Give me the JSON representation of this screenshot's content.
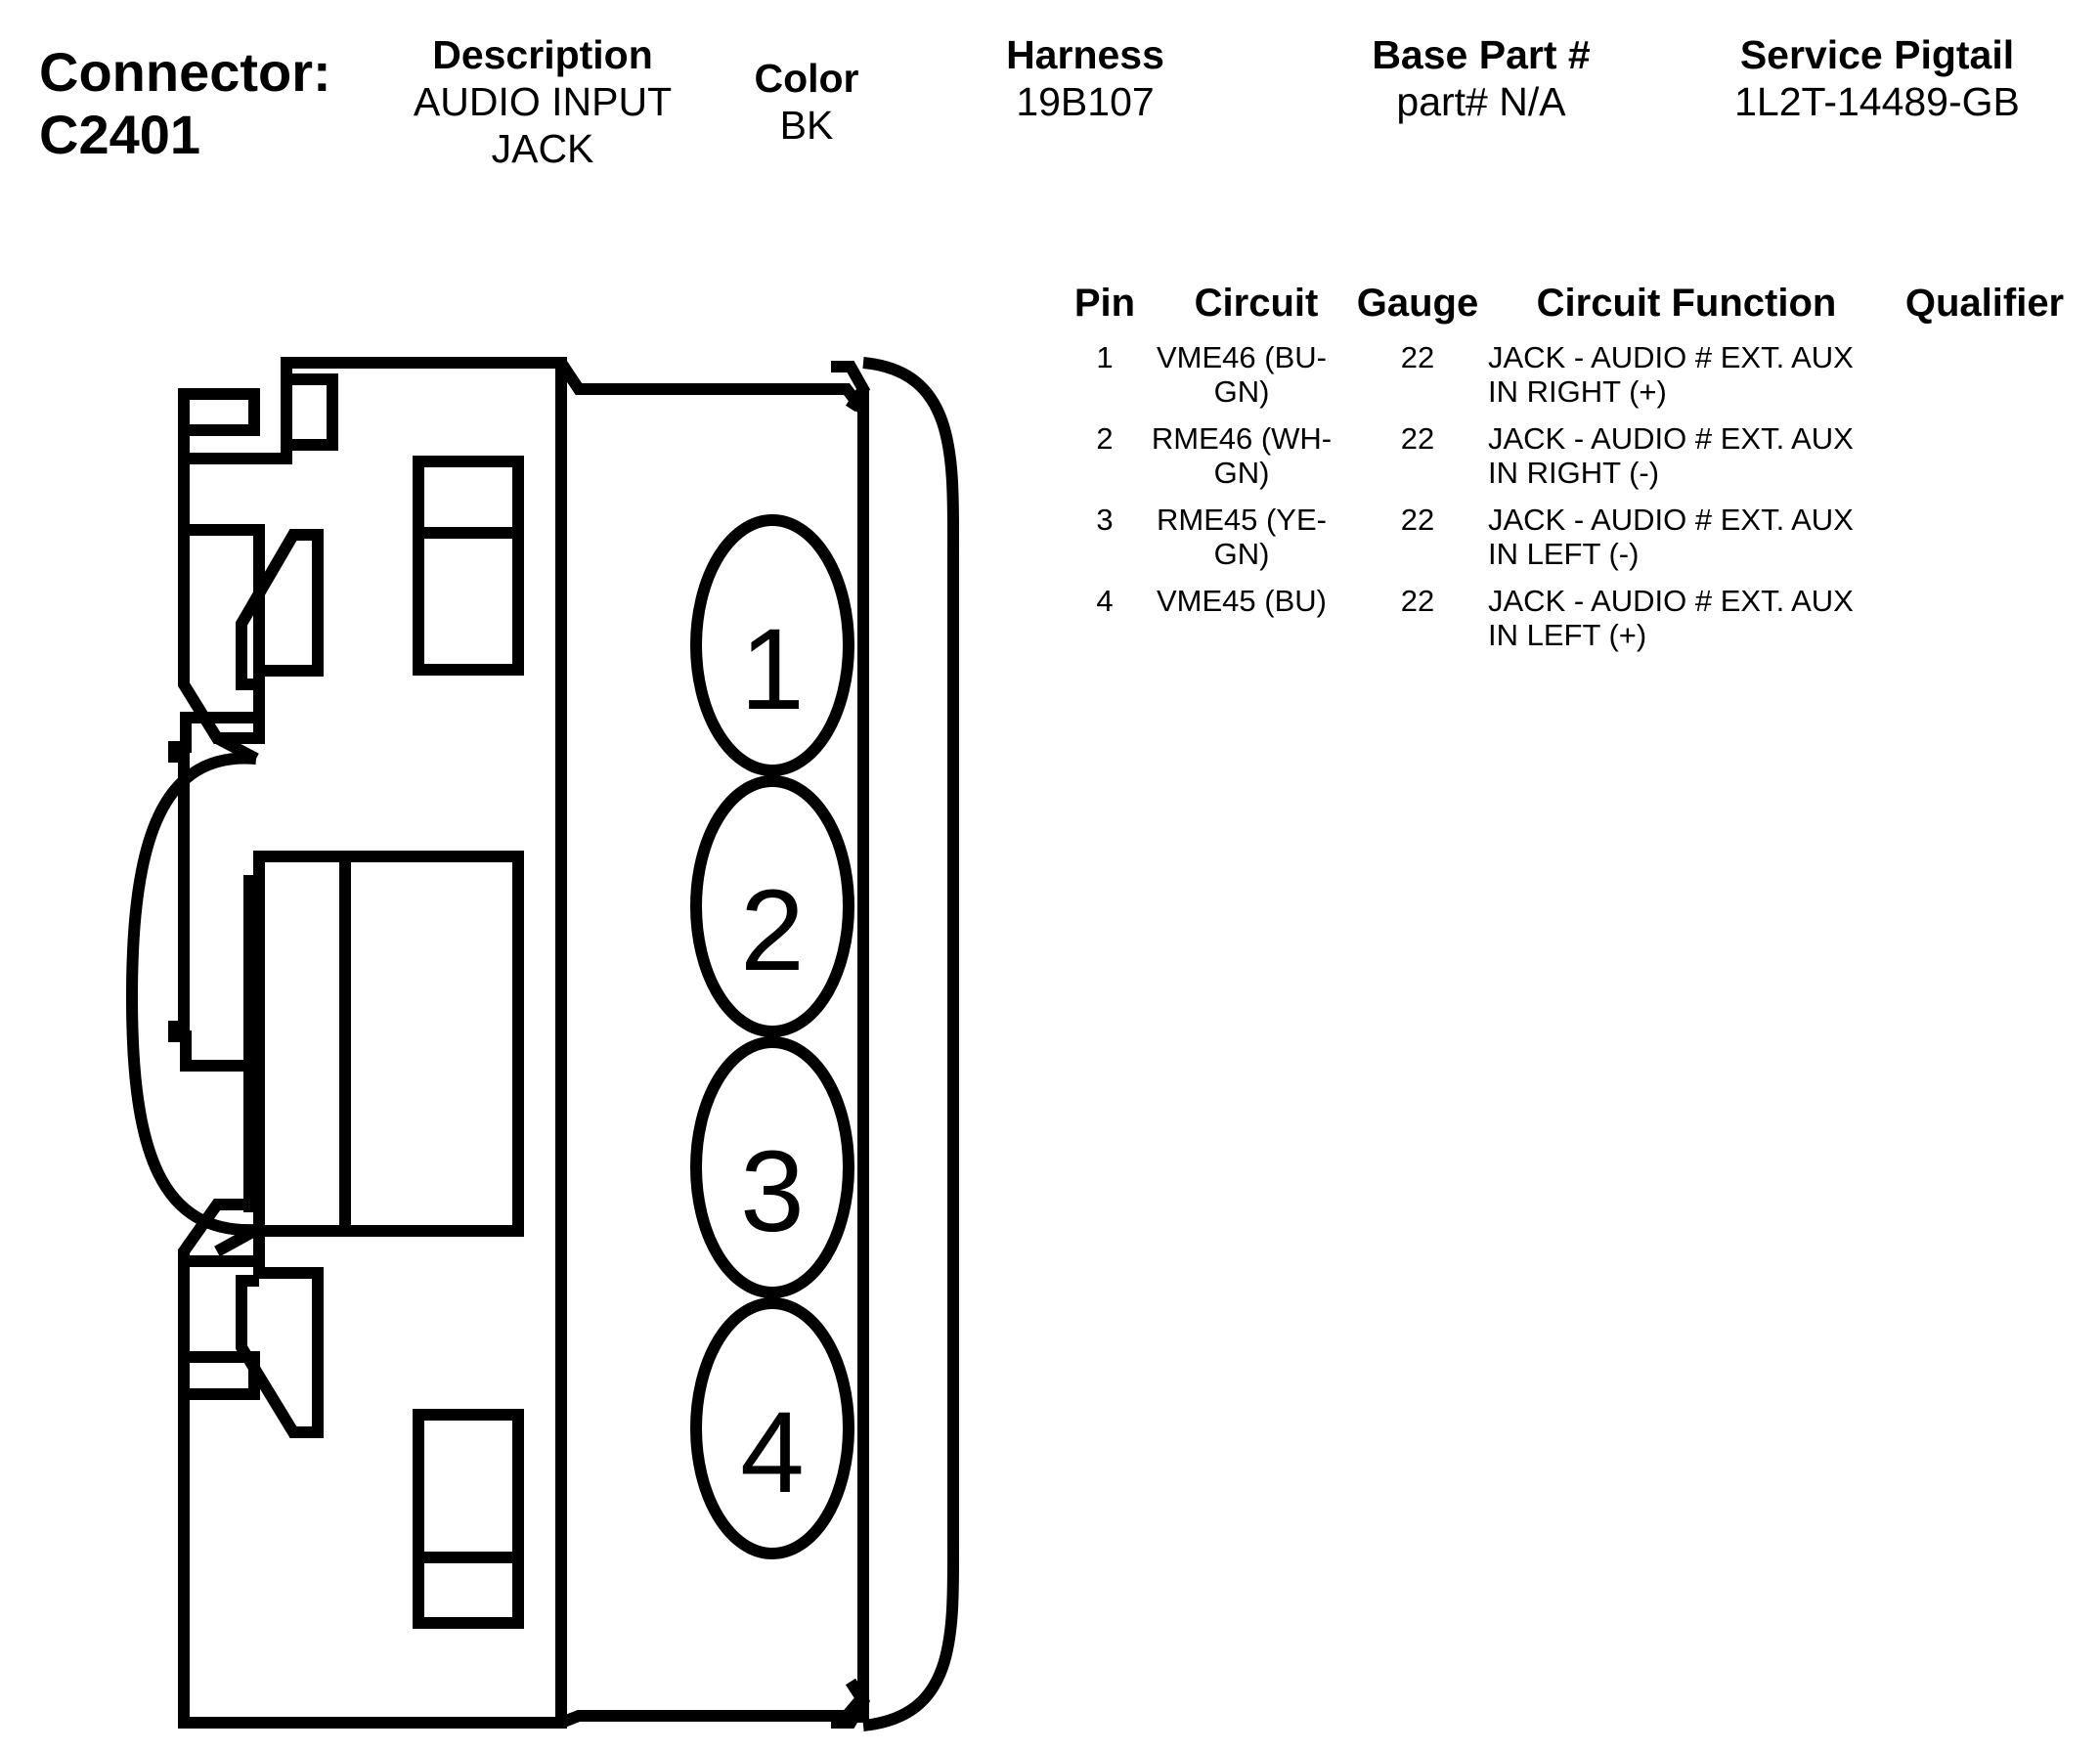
{
  "header": {
    "connector_label": "Connector:",
    "connector_id": "C2401",
    "description_label": "Description",
    "description_value_line1": "AUDIO INPUT",
    "description_value_line2": "JACK",
    "color_label": "Color",
    "color_value": "BK",
    "harness_label": "Harness",
    "harness_value": "19B107",
    "base_part_label": "Base Part #",
    "base_part_value": "part# N/A",
    "service_pigtail_label": "Service Pigtail",
    "service_pigtail_value": "1L2T-14489-GB"
  },
  "pin_table": {
    "headers": {
      "pin": "Pin",
      "circuit": "Circuit",
      "gauge": "Gauge",
      "circuit_function": "Circuit Function",
      "qualifier": "Qualifier"
    },
    "rows": [
      {
        "pin": "1",
        "circuit_line1": "VME46 (BU-",
        "circuit_line2": "GN)",
        "gauge": "22",
        "function_line1": "JACK - AUDIO # EXT. AUX",
        "function_line2": "IN RIGHT (+)",
        "qualifier": ""
      },
      {
        "pin": "2",
        "circuit_line1": "RME46 (WH-",
        "circuit_line2": "GN)",
        "gauge": "22",
        "function_line1": "JACK - AUDIO # EXT. AUX",
        "function_line2": "IN RIGHT (-)",
        "qualifier": ""
      },
      {
        "pin": "3",
        "circuit_line1": "RME45 (YE-",
        "circuit_line2": "GN)",
        "gauge": "22",
        "function_line1": "JACK - AUDIO # EXT. AUX",
        "function_line2": "IN LEFT (-)",
        "qualifier": ""
      },
      {
        "pin": "4",
        "circuit_line1": "VME45 (BU)",
        "circuit_line2": "",
        "gauge": "22",
        "function_line1": "JACK - AUDIO # EXT. AUX",
        "function_line2": "IN LEFT (+)",
        "qualifier": ""
      }
    ]
  },
  "connector_diagram": {
    "pin_labels": [
      "1",
      "2",
      "3",
      "4"
    ]
  }
}
